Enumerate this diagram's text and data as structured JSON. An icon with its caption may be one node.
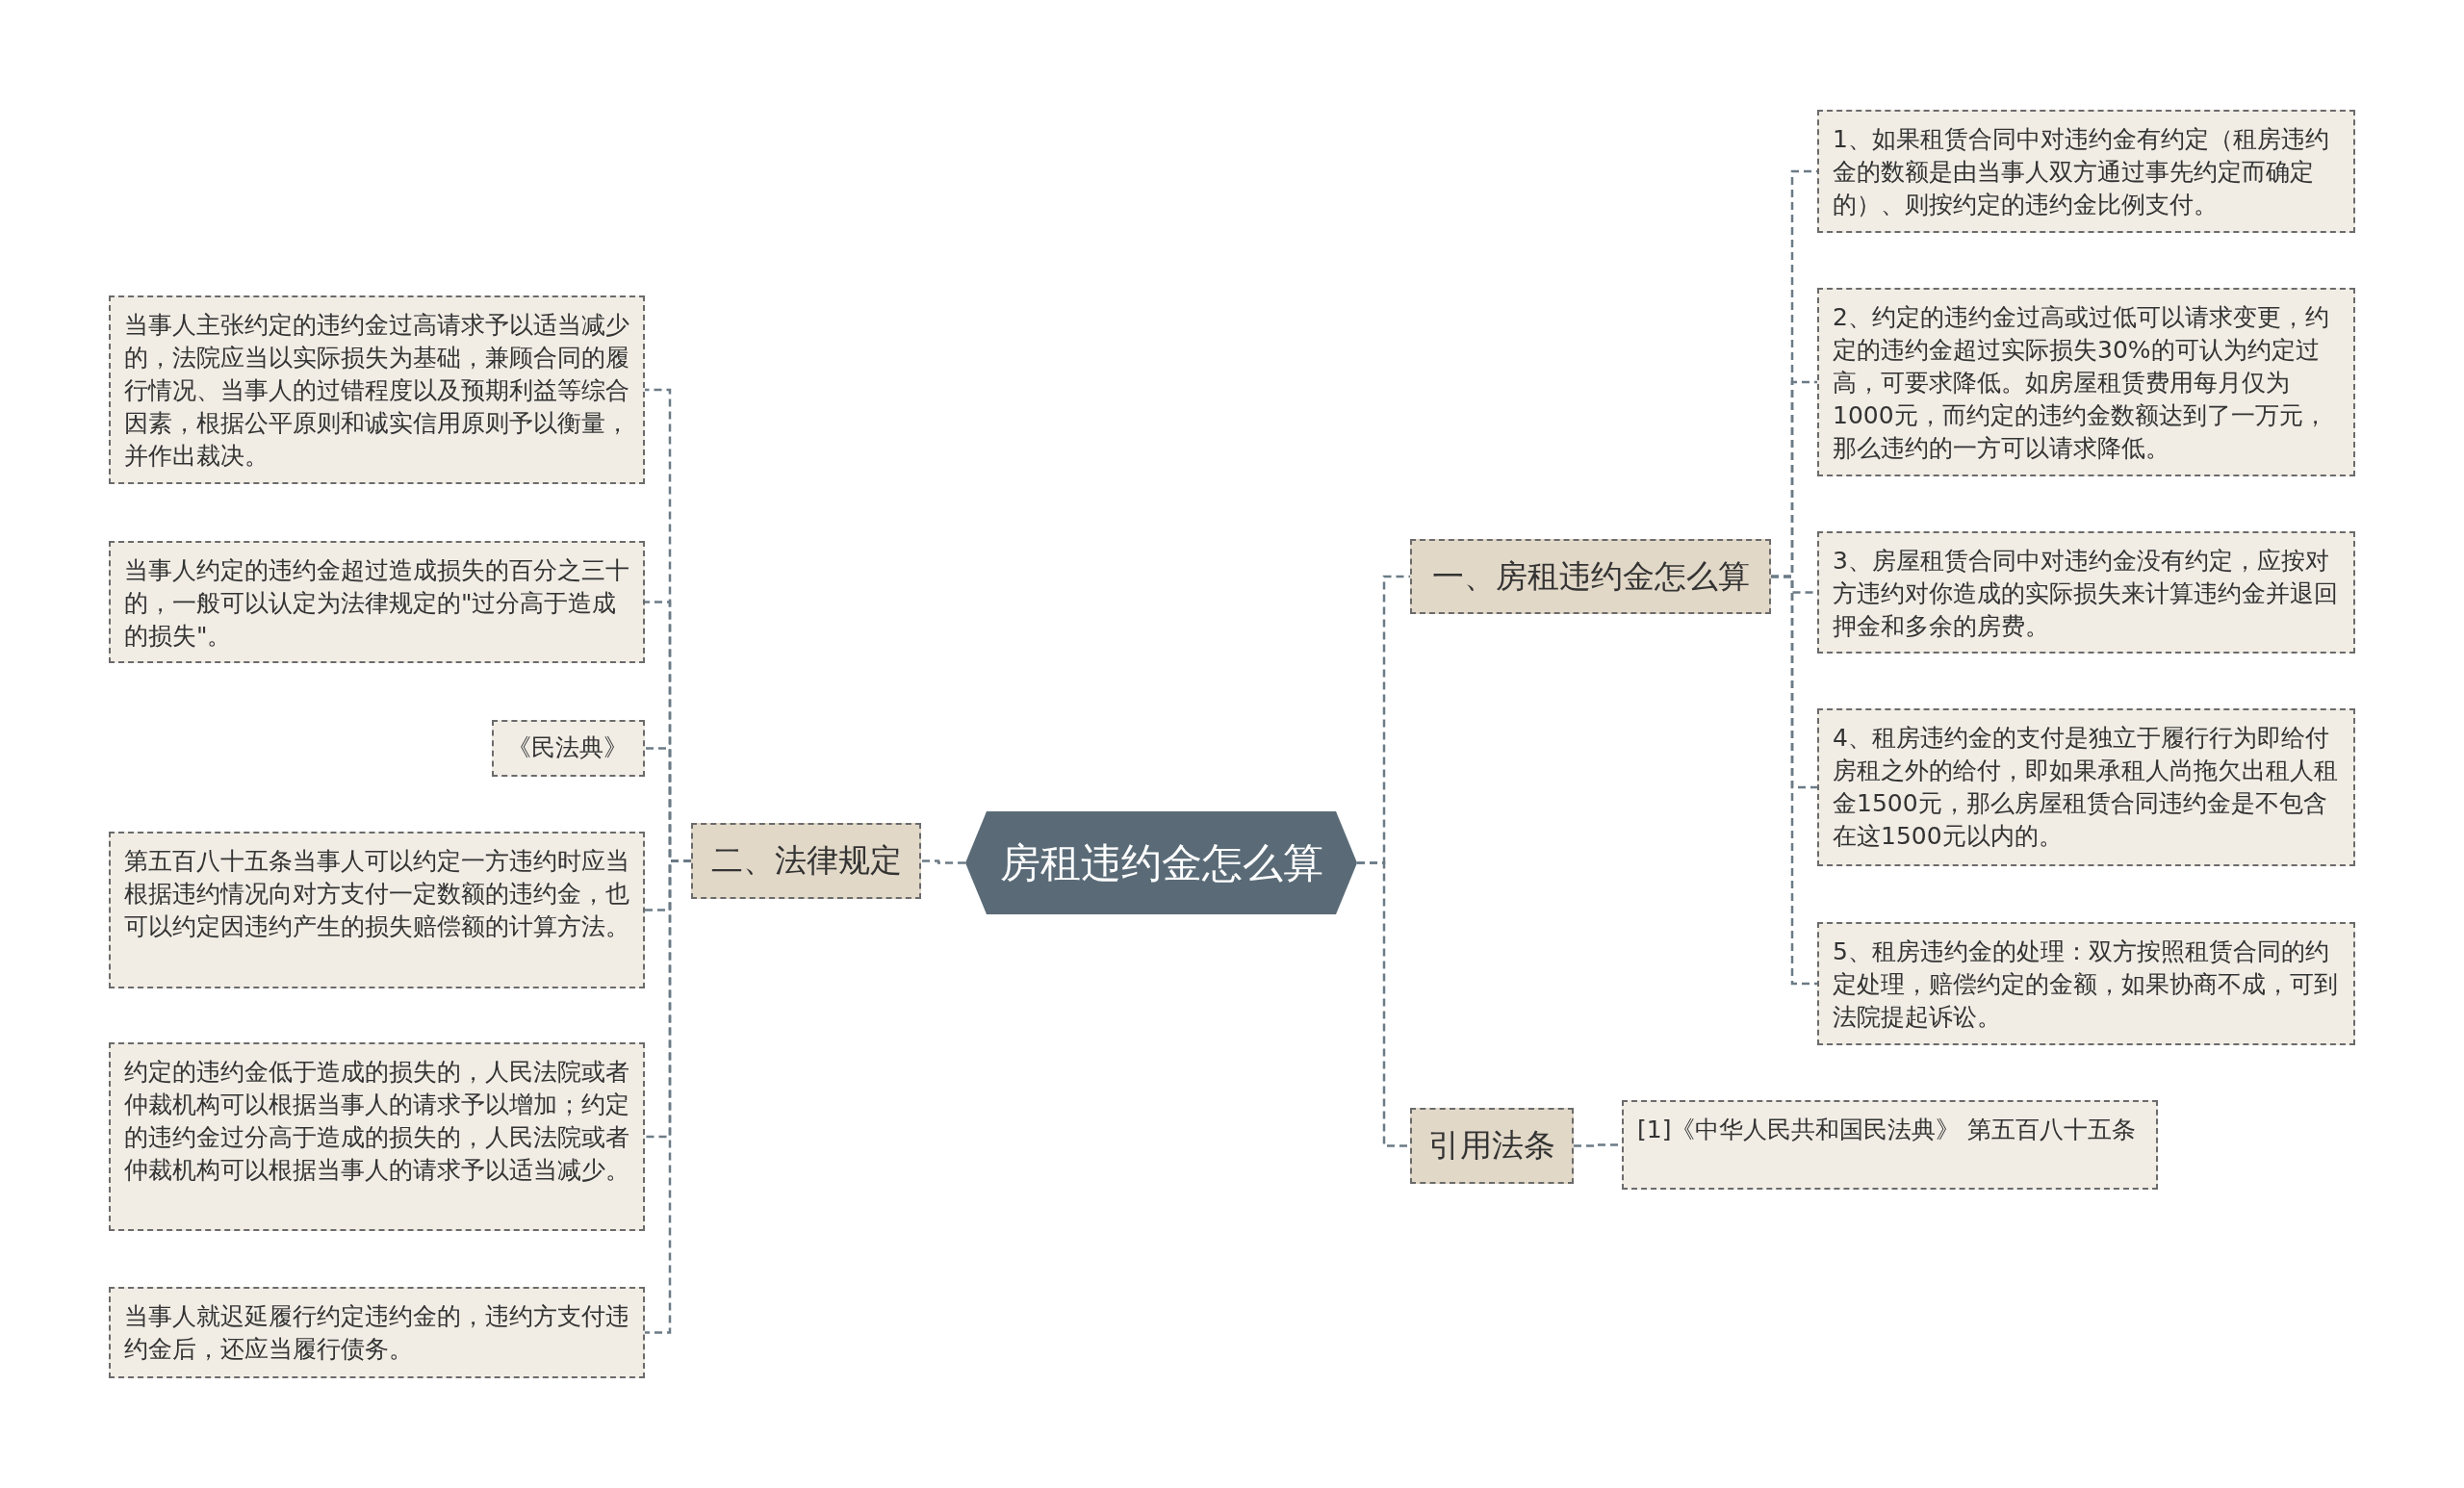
{
  "diagram": {
    "nodes": [
      {
        "text": [
          "房租违约金怎么算"
        ]
      },
      {
        "text": [
          "一、房租违约金怎么算"
        ]
      },
      {
        "text": [
          "1、如果租赁合同中对违约金有约定（租房违约金的数额是由当事人双方通过事先约定而确定的）、则按约定的违约金比例支付。"
        ]
      },
      {
        "text": [
          "2、约定的违约金过高或过低可以请求变更，约定的违约金超过实际损失30%的可认为约定过高，可要求降低。如房屋租赁费用每月仅为1000元，而约定的违约金数额达到了一万元，那么违约的一方可以请求降低。"
        ]
      },
      {
        "text": [
          "3、房屋租赁合同中对违约金没有约定，应按对方违约对你造成的实际损失来计算违约金并退回押金和多余的房费。"
        ]
      },
      {
        "text": [
          "4、租房违约金的支付是独立于履行行为即给付房租之外的给付，即如果承租人尚拖欠出租人租金1500元，那么房屋租赁合同违约金是不包含在这1500元以内的。"
        ]
      },
      {
        "text": [
          "5、租房违约金的处理：双方按照租赁合同的约定处理，赔偿约定的金额，如果协商不成，可到法院提起诉讼。"
        ]
      },
      {
        "text": [
          "引用法条"
        ]
      },
      {
        "text": [
          "[1]《中华人民共和国民法典》 第五百八十五条"
        ]
      },
      {
        "text": [
          "二、法律规定"
        ]
      },
      {
        "text": [
          "当事人主张约定的违约金过高请求予以适当减少的，法院应当以实际损失为基础，兼顾合同的履行情况、当事人的过错程度以及预期利益等综合因素，根据公平原则和诚实信用原则予以衡量，并作出裁决。"
        ]
      },
      {
        "text": [
          "当事人约定的违约金超过造成损失的百分之三十的，一般可以认定为法律规定的\"过分高于造成的损失\"。"
        ]
      },
      {
        "text": [
          "《民法典》"
        ]
      },
      {
        "text": [
          "第五百八十五条当事人可以约定一方违约时应当根据违约情况向对方支付一定数额的违约金，也可以约定因违约产生的损失赔偿额的计算方法。"
        ]
      },
      {
        "text": [
          "约定的违约金低于造成的损失的，人民法院或者仲裁机构可以根据当事人的请求予以增加；约定的违约金过分高于造成的损失的，人民法院或者仲裁机构可以根据当事人的请求予以适当减少。"
        ]
      },
      {
        "text": [
          "当事人就迟延履行约定违约金的，违约方支付违约金后，还应当履行债务。"
        ]
      }
    ],
    "edges": [
      {
        "from": 0,
        "to": 1,
        "arrow": "none"
      },
      {
        "from": 1,
        "to": 2,
        "arrow": "none"
      },
      {
        "from": 1,
        "to": 3,
        "arrow": "none"
      },
      {
        "from": 1,
        "to": 4,
        "arrow": "none"
      },
      {
        "from": 1,
        "to": 5,
        "arrow": "none"
      },
      {
        "from": 1,
        "to": 6,
        "arrow": "none"
      },
      {
        "from": 0,
        "to": 7,
        "arrow": "none"
      },
      {
        "from": 7,
        "to": 8,
        "arrow": "none"
      },
      {
        "from": 0,
        "to": 9,
        "arrow": "none"
      },
      {
        "from": 9,
        "to": 10,
        "arrow": "none"
      },
      {
        "from": 9,
        "to": 11,
        "arrow": "none"
      },
      {
        "from": 9,
        "to": 12,
        "arrow": "none"
      },
      {
        "from": 9,
        "to": 13,
        "arrow": "none"
      },
      {
        "from": 9,
        "to": 14,
        "arrow": "none"
      },
      {
        "from": 9,
        "to": 15,
        "arrow": "none"
      }
    ]
  }
}
